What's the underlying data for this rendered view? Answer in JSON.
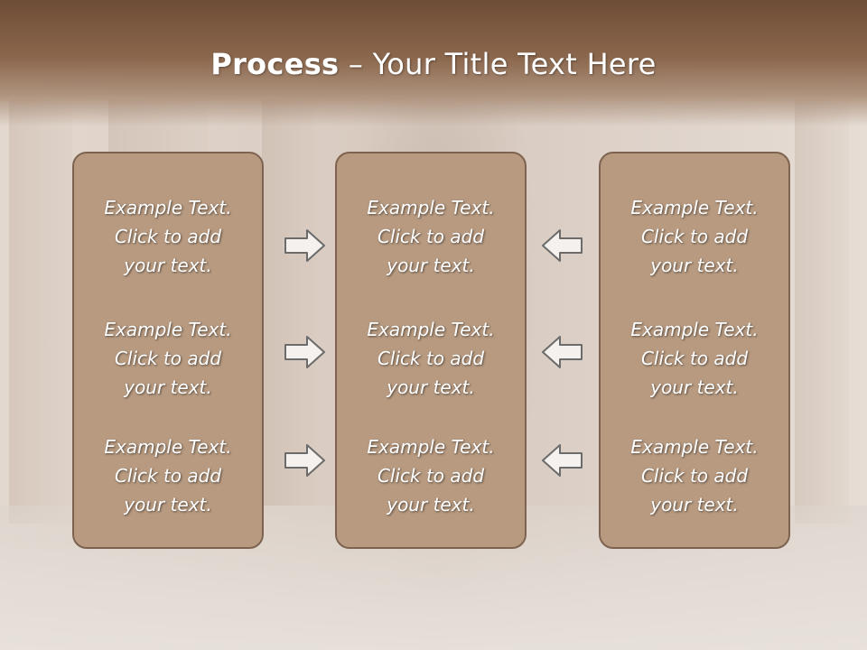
{
  "slide": {
    "title_bold": "Process",
    "title_rest": " – Your Title Text Here"
  },
  "columns": [
    {
      "items": [
        {
          "l1": "Example Text.",
          "l2": "Click  to add",
          "l3": "your text."
        },
        {
          "l1": "Example Text.",
          "l2": "Click  to add",
          "l3": "your text."
        },
        {
          "l1": "Example Text.",
          "l2": "Click  to add",
          "l3": "your text."
        }
      ]
    },
    {
      "items": [
        {
          "l1": "Example Text.",
          "l2": "Click  to add",
          "l3": "your text."
        },
        {
          "l1": "Example Text.",
          "l2": "Click  to add",
          "l3": "your text."
        },
        {
          "l1": "Example Text.",
          "l2": "Click  to add",
          "l3": "your text."
        }
      ]
    },
    {
      "items": [
        {
          "l1": "Example Text.",
          "l2": "Click  to add",
          "l3": "your text."
        },
        {
          "l1": "Example Text.",
          "l2": "Click  to add",
          "l3": "your text."
        },
        {
          "l1": "Example Text.",
          "l2": "Click  to add",
          "l3": "your text."
        }
      ]
    }
  ],
  "arrows": {
    "left_group": "arrow-right-icon",
    "right_group": "arrow-left-icon"
  },
  "colors": {
    "panel_fill": "#b79a80",
    "panel_border": "#7e6350",
    "title_bar": "#7a583f",
    "text": "#ffffff"
  }
}
